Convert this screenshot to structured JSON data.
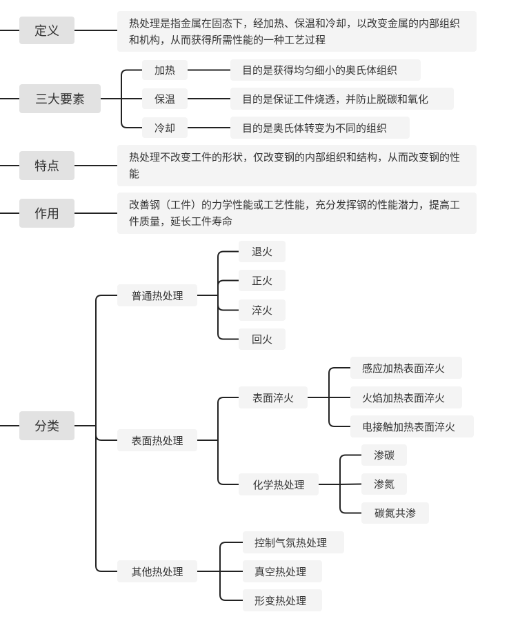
{
  "definition": {
    "label": "定义",
    "text": "热处理是指金属在固态下，经加热、保温和冷却，以改变金属的内部组织和机构，从而获得所需性能的一种工艺过程"
  },
  "three_elements": {
    "label": "三大要素",
    "items": [
      {
        "name": "加热",
        "purpose": "目的是获得均匀细小的奥氏体组织"
      },
      {
        "name": "保温",
        "purpose": "目的是保证工件烧透，并防止脱碳和氧化"
      },
      {
        "name": "冷却",
        "purpose": "目的是奥氏体转变为不同的组织"
      }
    ]
  },
  "features": {
    "label": "特点",
    "text": "热处理不改变工件的形状，仅改变钢的内部组织和结构，从而改变钢的性能"
  },
  "function": {
    "label": "作用",
    "text": "改善钢（工件）的力学性能或工艺性能，充分发挥钢的性能潜力，提高工件质量，延长工件寿命"
  },
  "classification": {
    "label": "分类",
    "ordinary": {
      "label": "普通热处理",
      "items": [
        "退火",
        "正火",
        "淬火",
        "回火"
      ]
    },
    "surface": {
      "label": "表面热处理",
      "surface_quench": {
        "label": "表面淬火",
        "items": [
          "感应加热表面淬火",
          "火焰加热表面淬火",
          "电接触加热表面淬火"
        ]
      },
      "chemical": {
        "label": "化学热处理",
        "items": [
          "渗碳",
          "渗氮",
          "碳氮共渗"
        ]
      }
    },
    "other": {
      "label": "其他热处理",
      "items": [
        "控制气氛热处理",
        "真空热处理",
        "形变热处理"
      ]
    }
  }
}
